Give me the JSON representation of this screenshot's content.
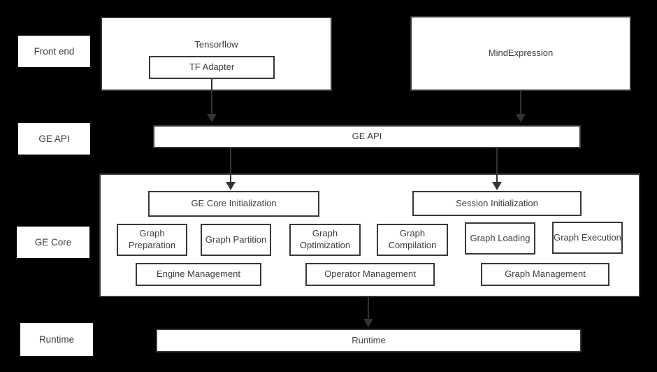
{
  "colors": {
    "background": "#000000",
    "box_fill": "#ffffff",
    "box_border": "#383838",
    "text": "#3d3d3d",
    "arrow": "#333333"
  },
  "side_labels": {
    "front_end": "Front end",
    "ge_api": "GE API",
    "ge_core": "GE Core",
    "runtime": "Runtime"
  },
  "nodes": {
    "tensorflow": "Tensorflow",
    "tf_adapter": "TF Adapter",
    "mindexpression": "MindExpression",
    "ge_api": "GE API",
    "ge_core_initialization": "GE Core Initialization",
    "session_initialization": "Session Initialization",
    "graph_preparation": "Graph Preparation",
    "graph_partition": "Graph Partition",
    "graph_optimization": "Graph Optimization",
    "graph_compilation": "Graph Compilation",
    "graph_loading": "Graph Loading",
    "graph_execution": "Graph Execution",
    "engine_management": "Engine Management",
    "operator_management": "Operator Management",
    "graph_management": "Graph Management",
    "runtime": "Runtime"
  },
  "arrows": [
    {
      "from": "tf_adapter",
      "to": "ge_api"
    },
    {
      "from": "mindexpression",
      "to": "ge_api"
    },
    {
      "from": "ge_api",
      "to": "ge_core_initialization"
    },
    {
      "from": "ge_api",
      "to": "session_initialization"
    },
    {
      "from": "ge_core",
      "to": "runtime"
    }
  ]
}
